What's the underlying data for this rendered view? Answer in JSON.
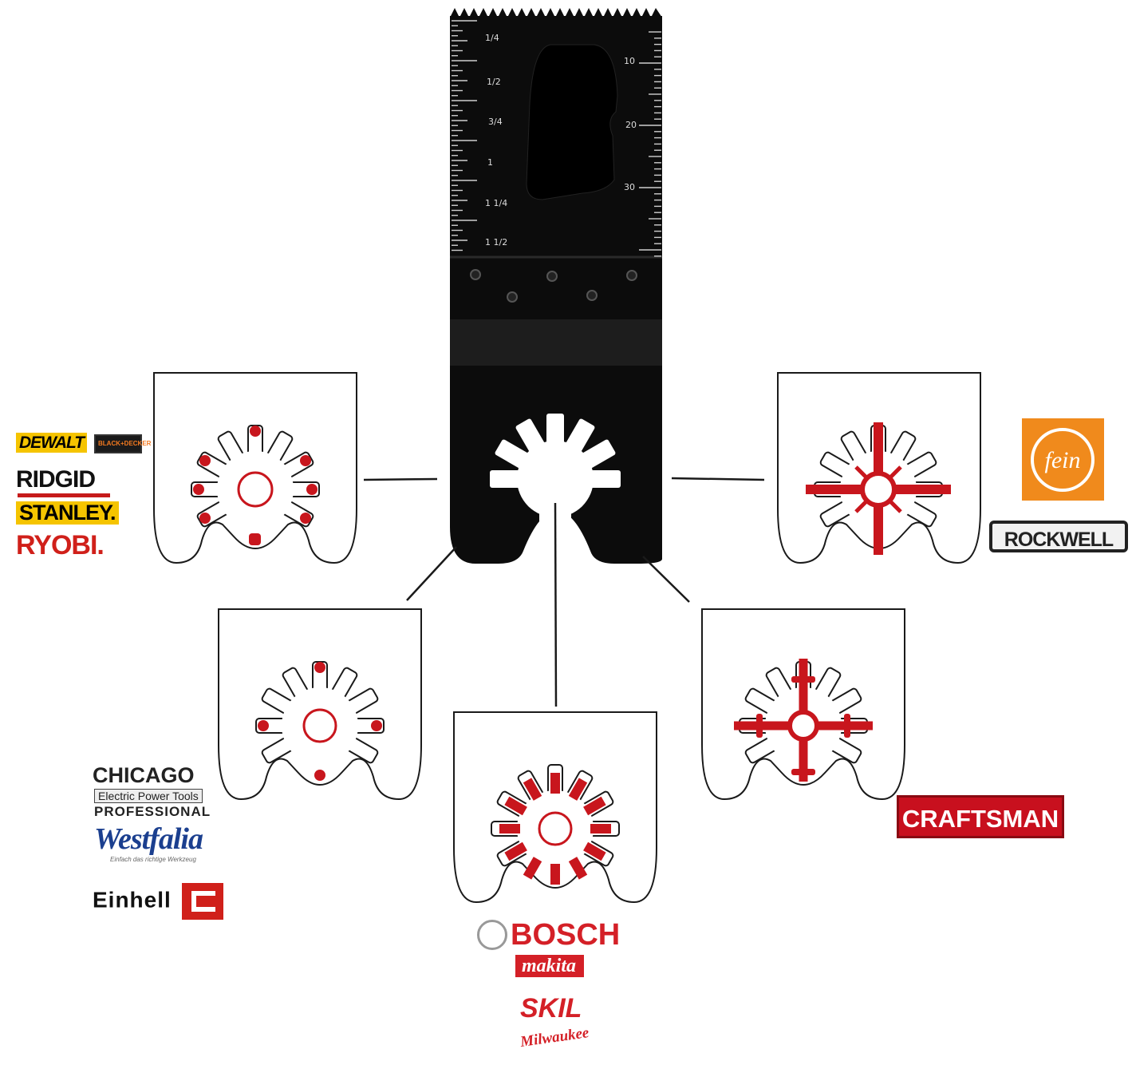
{
  "blade": {
    "ruler_inch_labels": [
      "1/4",
      "1/2",
      "3/4",
      "1",
      "1 1/4",
      "1 1/2"
    ],
    "ruler_mm_labels": [
      "10",
      "20",
      "30"
    ]
  },
  "brands": {
    "top_left": {
      "dewalt": "DEWALT",
      "black_decker": "BLACK+DECKER",
      "ridgid": "RIDGID",
      "stanley": "STANLEY.",
      "ryobi": "RYOBI."
    },
    "bottom_left": {
      "chicago": "CHICAGO",
      "chicago_sub": "Electric Power Tools",
      "professional": "PROFESSIONAL",
      "westfalia": "Westfalia",
      "westfalia_sub": "Einfach das richtige Werkzeug",
      "einhell": "Einhell"
    },
    "bottom_center": {
      "bosch": "BOSCH",
      "makita": "makita",
      "skil": "SKIL",
      "milwaukee": "Milwaukee"
    },
    "bottom_right": {
      "craftsman": "CRAFTSMAN"
    },
    "top_right": {
      "fein": "fein",
      "rockwell": "ROCKWELL"
    }
  },
  "colors": {
    "mount_marker": "#c8161d",
    "blade": "#0c0c0c",
    "outline": "#1a1a1a"
  }
}
